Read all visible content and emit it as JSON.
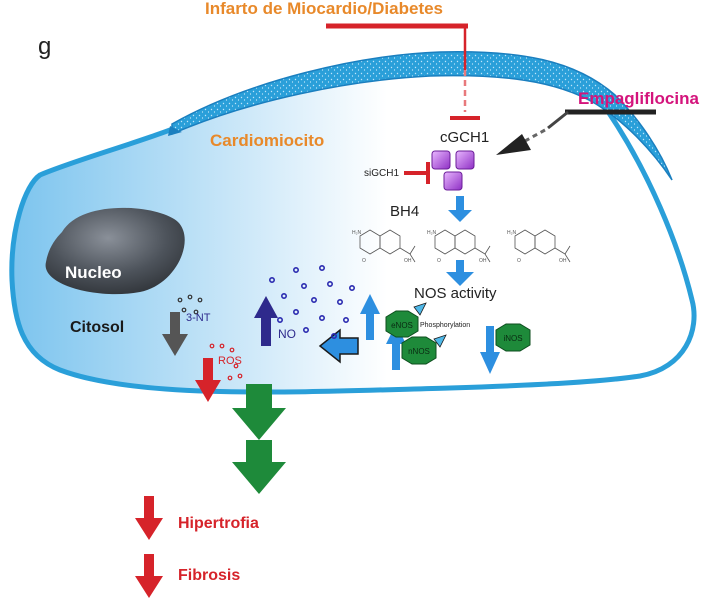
{
  "panel_label": "g",
  "title": "Infarto de Miocardio/Diabetes",
  "drug": "Empagliflocina",
  "cell_label": "Cardiomiocito",
  "nucleus_label": "Nucleo",
  "cytosol_label": "Citosol",
  "enzyme_label": "cGCH1",
  "inhibitor_label": "siGCH1",
  "cofactor_label": "BH4",
  "activity_label": "NOS activity",
  "enos_label": "eNOS",
  "nnos_label": "nNOS",
  "inos_label": "iNOS",
  "phosphorylation_label": "Phosphorylation",
  "no_label": "NO",
  "nt_label": "3-NT",
  "ros_label": "ROS",
  "outcome_hypertrophy": "Hipertrofia",
  "outcome_fibrosis": "Fibrosis",
  "colors": {
    "title_orange": "#e8892a",
    "drug_magenta": "#d4147c",
    "inhibit_red": "#d6232a",
    "membrane_blue": "#2a9fd9",
    "cytosol_blue": "#9fd3f2",
    "arrow_blue": "#2d8fe0",
    "navy": "#2e2a8c",
    "green": "#1e8a3a",
    "dark_gray": "#4a4d52",
    "purple": "#a844d6"
  }
}
